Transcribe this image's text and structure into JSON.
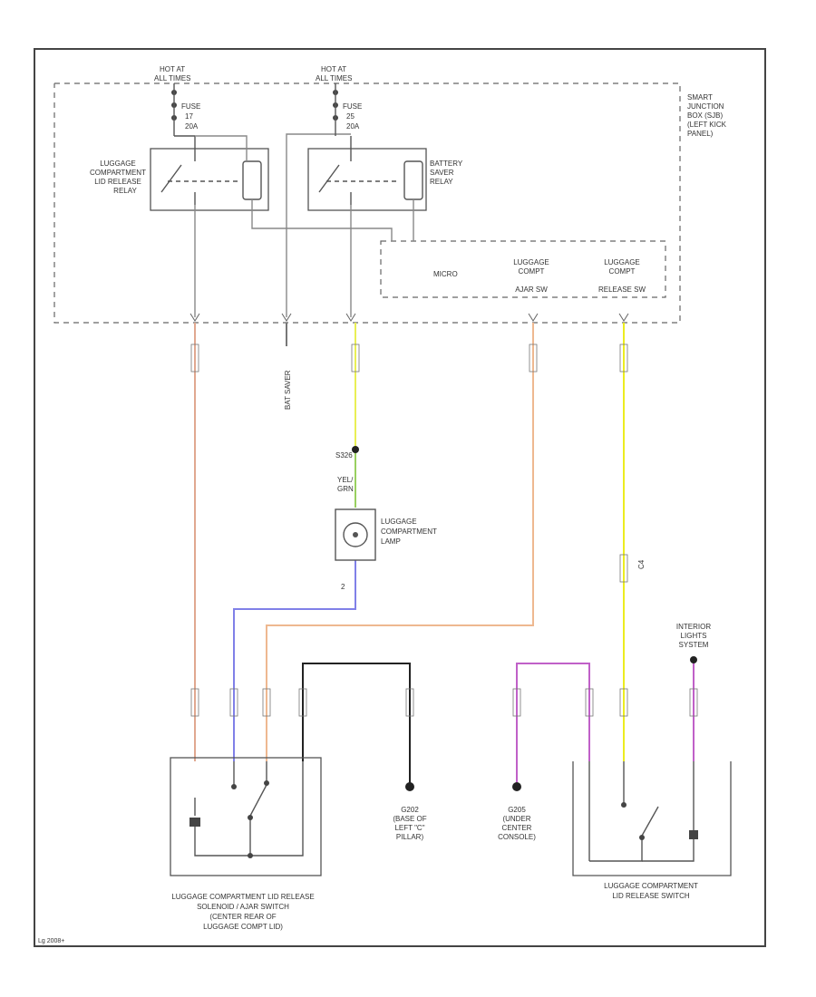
{
  "title": "Luggage Compartment Lid Release Circuit",
  "labels": {
    "hot1": [
      "HOT AT",
      "ALL TIMES"
    ],
    "hot2": [
      "HOT AT",
      "ALL TIMES"
    ],
    "fuse1": [
      "FUSE",
      "17",
      "20A"
    ],
    "fuse2": [
      "FUSE",
      "25",
      "20A"
    ],
    "relay1": [
      "LUGGAGE",
      "COMPARTMENT",
      "LID RELEASE",
      "RELAY"
    ],
    "relay2": [
      "BATTERY",
      "SAVER",
      "RELAY"
    ],
    "sjb": [
      "SMART",
      "JUNCTION",
      "BOX (SJB)",
      "(LEFT KICK",
      "PANEL)"
    ],
    "micro": "MICRO",
    "ajar": [
      "LUGGAGE",
      "COMPT",
      "AJAR SW"
    ],
    "release": [
      "LUGGAGE",
      "COMPT",
      "RELEASE SW"
    ],
    "lamp": [
      "LUGGAGE",
      "COMPARTMENT",
      "LAMP"
    ],
    "splice": "S326",
    "yelgrn": [
      "YEL/",
      "GRN"
    ],
    "pin2": "2",
    "c4": "C4",
    "g202": [
      "G202",
      "(BASE OF",
      "LEFT \"C\"",
      "PILLAR)"
    ],
    "g205": [
      "G205",
      "(UNDER",
      "CENTER",
      "CONSOLE)"
    ],
    "interior": [
      "INTERIOR",
      "LIGHTS",
      "SYSTEM"
    ],
    "lidswitch": [
      "LUGGAGE COMPARTMENT",
      "LID RELEASE SWITCH"
    ],
    "solenoid": [
      "LUGGAGE COMPARTMENT LID RELEASE",
      "SOLENOID / AJAR SWITCH",
      "(CENTER REAR OF",
      "LUGGAGE COMPT LID)"
    ],
    "batsaver": "BAT SAVER",
    "cid": "Lg 2008+"
  },
  "colors": {
    "vio_org": "#e0a890",
    "yel_grn": "#e9ef55",
    "grn": "#99d060",
    "blue": "#8080e8",
    "orange": "#eeb890",
    "black": "#222222",
    "violet": "#c060c8",
    "yellow": "#ecec20",
    "gray": "#777777"
  }
}
